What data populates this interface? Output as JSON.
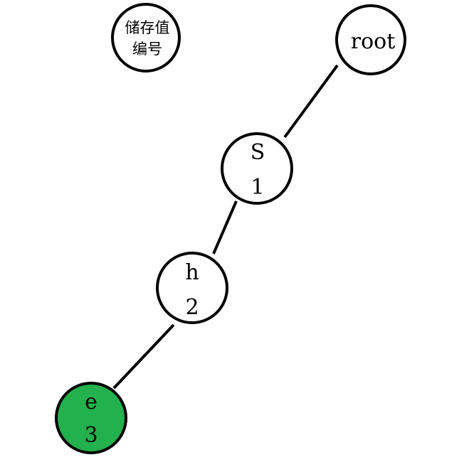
{
  "legend": {
    "line1": "储存值",
    "line2": "编号"
  },
  "root": {
    "label": "root"
  },
  "nodes": [
    {
      "value": "S",
      "id": "1"
    },
    {
      "value": "h",
      "id": "2"
    },
    {
      "value": "e",
      "id": "3"
    }
  ],
  "colors": {
    "default_fill": "#ffffff",
    "highlight_fill": "#22b14c",
    "stroke": "#000000"
  }
}
